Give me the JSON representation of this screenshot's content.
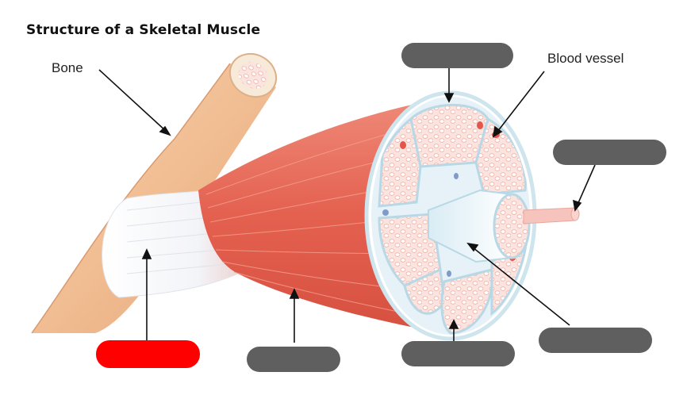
{
  "title": "Structure of a Skeletal Muscle",
  "labels": {
    "bone": "Bone",
    "blood_vessel": "Blood vessel"
  },
  "answer_boxes": [
    {
      "id": "top-center",
      "color": "#5f5f5f",
      "state": "blank"
    },
    {
      "id": "right-upper",
      "color": "#5f5f5f",
      "state": "blank"
    },
    {
      "id": "right-lower",
      "color": "#5f5f5f",
      "state": "blank"
    },
    {
      "id": "bottom-center-right",
      "color": "#5f5f5f",
      "state": "blank"
    },
    {
      "id": "bottom-center",
      "color": "#5f5f5f",
      "state": "blank"
    },
    {
      "id": "bottom-left",
      "color": "#ff0000",
      "state": "selected"
    }
  ],
  "colors": {
    "muscle": "#e8685a",
    "bone": "#f3c49d",
    "fascicle_fill": "#fbe1dc",
    "box_default": "#5f5f5f",
    "box_selected": "#ff0000"
  }
}
